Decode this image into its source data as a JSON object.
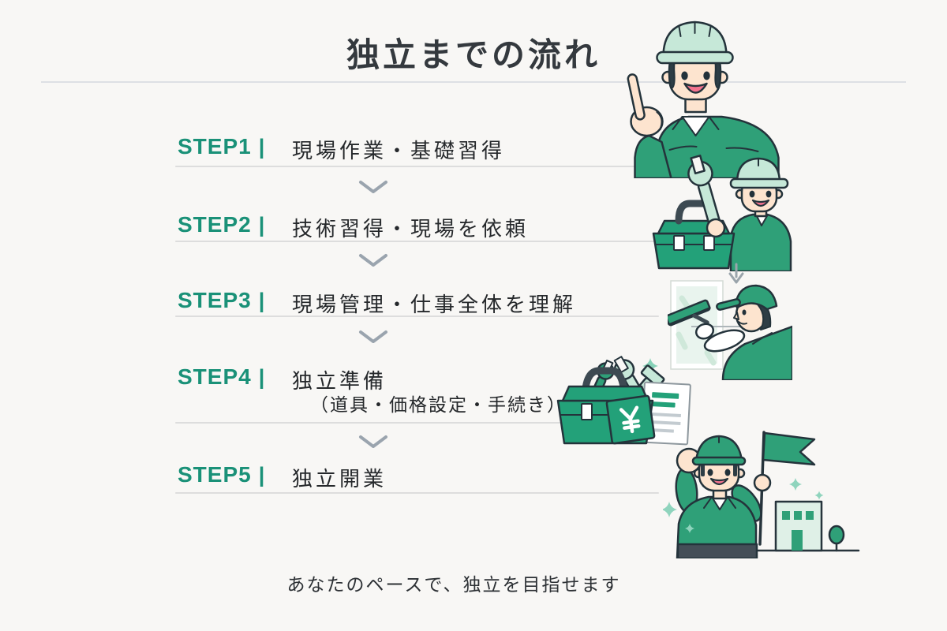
{
  "header": {
    "title": "独立までの流れ"
  },
  "steps": [
    {
      "label": "STEP1",
      "separator": "|",
      "text": "現場作業・基礎習得",
      "note": ""
    },
    {
      "label": "STEP2",
      "separator": "|",
      "text": "技術習得・現場を依頼",
      "note": ""
    },
    {
      "label": "STEP3",
      "separator": "|",
      "text": "現場管理・仕事全体を理解",
      "note": ""
    },
    {
      "label": "STEP4",
      "separator": "|",
      "text": "独立準備",
      "note": "（道具・価格設定・手続き）"
    },
    {
      "label": "STEP5",
      "separator": "|",
      "text": "独立開業",
      "note": ""
    }
  ],
  "footer": {
    "text": "あなたのペースで、独立を目指せます"
  },
  "icons": {
    "chevron_down": "chevron-down",
    "down_arrow": "down-arrow",
    "yen": "¥",
    "sparkle": "four-point-star"
  },
  "illustrations": {
    "step1": "worker-pointing-up",
    "step2": "worker-with-wrench-and-toolbox",
    "step3": "worker-cleaning-window",
    "step4": "toolbox-tools-price-document-yen",
    "step5": "worker-with-flag-and-shop"
  },
  "colors": {
    "background": "#f8f7f5",
    "accent_teal": "#1A9178",
    "title_text": "#34393e",
    "body_text": "#25282b",
    "divider": "#d8d8d8",
    "chevron": "#9aa4ae",
    "illustration_green": "#2fa078",
    "illustration_light_green": "#c6e8d8",
    "illustration_pale_green": "#e9f4ee",
    "skin": "#fde4cf",
    "outline": "#24333b"
  }
}
